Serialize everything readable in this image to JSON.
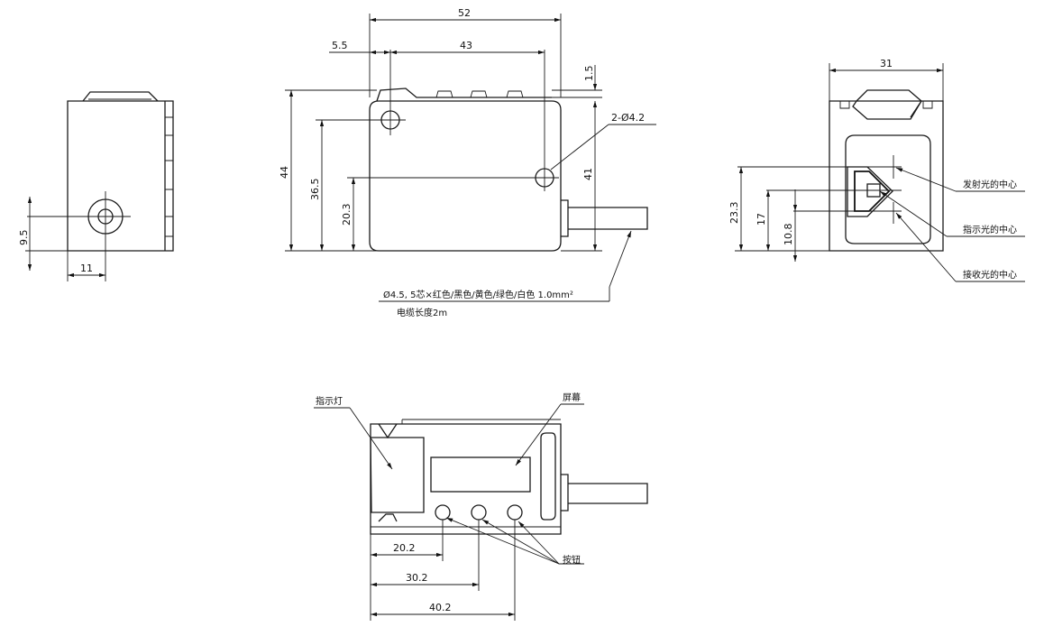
{
  "dims": {
    "overall_width": "52",
    "hole_pitch": "43",
    "hole_offset": "5.5",
    "top_offset": "1.5",
    "hole_callout": "2-Ø4.2",
    "overall_height": "44",
    "height_36_5": "36.5",
    "height_20_3": "20.3",
    "body_height": "41",
    "left_hole_height": "9.5",
    "left_hole_offset": "11",
    "right_width": "31",
    "right_23_3": "23.3",
    "right_17": "17",
    "right_10_8": "10.8",
    "bottom_20_2": "20.2",
    "bottom_30_2": "30.2",
    "bottom_40_2": "40.2"
  },
  "labels": {
    "cable_spec": "Ø4.5, 5芯×红色/黑色/黄色/绿色/白色 1.0mm²",
    "cable_length": "电缆长度2m",
    "emit_center": "发射光的中心",
    "indicator_center": "指示光的中心",
    "receive_center": "接收光的中心",
    "indicator_light": "指示灯",
    "screen": "屏幕",
    "buttons": "按钮"
  }
}
